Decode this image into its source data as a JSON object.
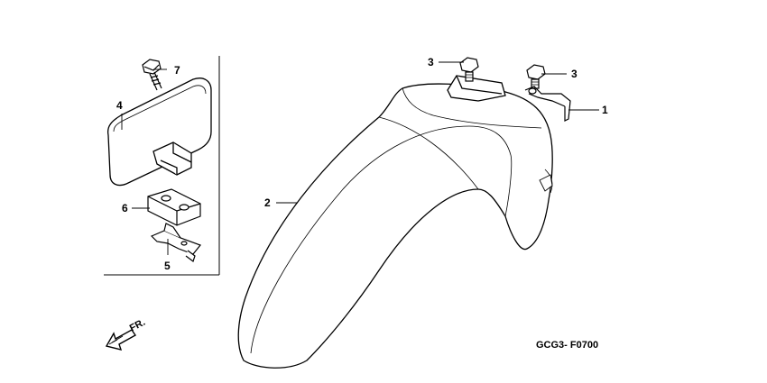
{
  "callouts": {
    "c1": "1",
    "c2": "2",
    "c3a": "3",
    "c3b": "3",
    "c4": "4",
    "c5": "5",
    "c6": "6",
    "c7": "7"
  },
  "direction_label": "FR.",
  "diagram_code": "GCG3- F0700"
}
